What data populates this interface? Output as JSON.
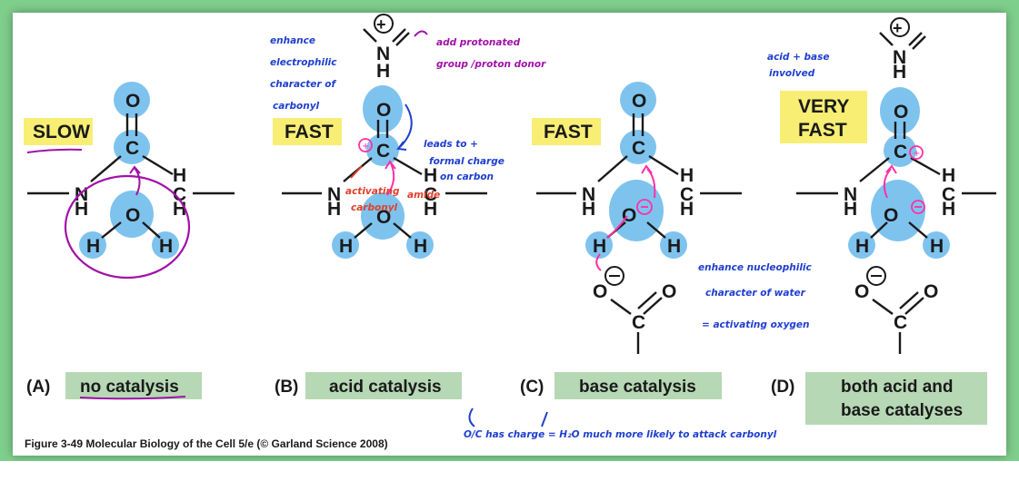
{
  "colors": {
    "frame": "#7fcf8c",
    "lobe": "#7ec3ee",
    "highlight": "#f8ee74",
    "caption_box": "#b6d8b4",
    "ink_blue": "#1f3fcf",
    "ink_purple": "#a012a8",
    "ink_pink": "#ff2fa8",
    "ink_red": "#e0402a"
  },
  "atoms": {
    "O": "O",
    "C": "C",
    "N": "N",
    "H": "H"
  },
  "panels": [
    {
      "letter": "(A)",
      "speed": "SLOW",
      "caption": "no catalysis"
    },
    {
      "letter": "(B)",
      "speed": "FAST",
      "caption": "acid catalysis"
    },
    {
      "letter": "(C)",
      "speed": "FAST",
      "caption": "base catalysis"
    },
    {
      "letter": "(D)",
      "speed_line1": "VERY",
      "speed_line2": "FAST",
      "caption_line1": "both acid and",
      "caption_line2": "base catalyses"
    }
  ],
  "figure_credit": "Figure 3-49 Molecular Biology of the Cell 5/e (© Garland Science 2008)",
  "annotations": {
    "b_enhance_1": "enhance",
    "b_enhance_2": "electrophilic",
    "b_enhance_3": "character of",
    "b_enhance_4": "carbonyl",
    "b_add_1": "add protonated",
    "b_add_2": "group /proton donor",
    "b_leads_1": "leads to +",
    "b_leads_2": "formal charge",
    "b_leads_3": "on carbon",
    "b_activating_1": "activating",
    "b_activating_2": "carbonyl",
    "b_amide": "amide",
    "c_enhance_1": "enhance nucleophilic",
    "c_enhance_2": "character of water",
    "c_enhance_3": "= activating oxygen",
    "d_acid_1": "acid + base",
    "d_acid_2": "involved",
    "bottom_note": "O/C has charge = H₂O much more likely to attack carbonyl"
  }
}
